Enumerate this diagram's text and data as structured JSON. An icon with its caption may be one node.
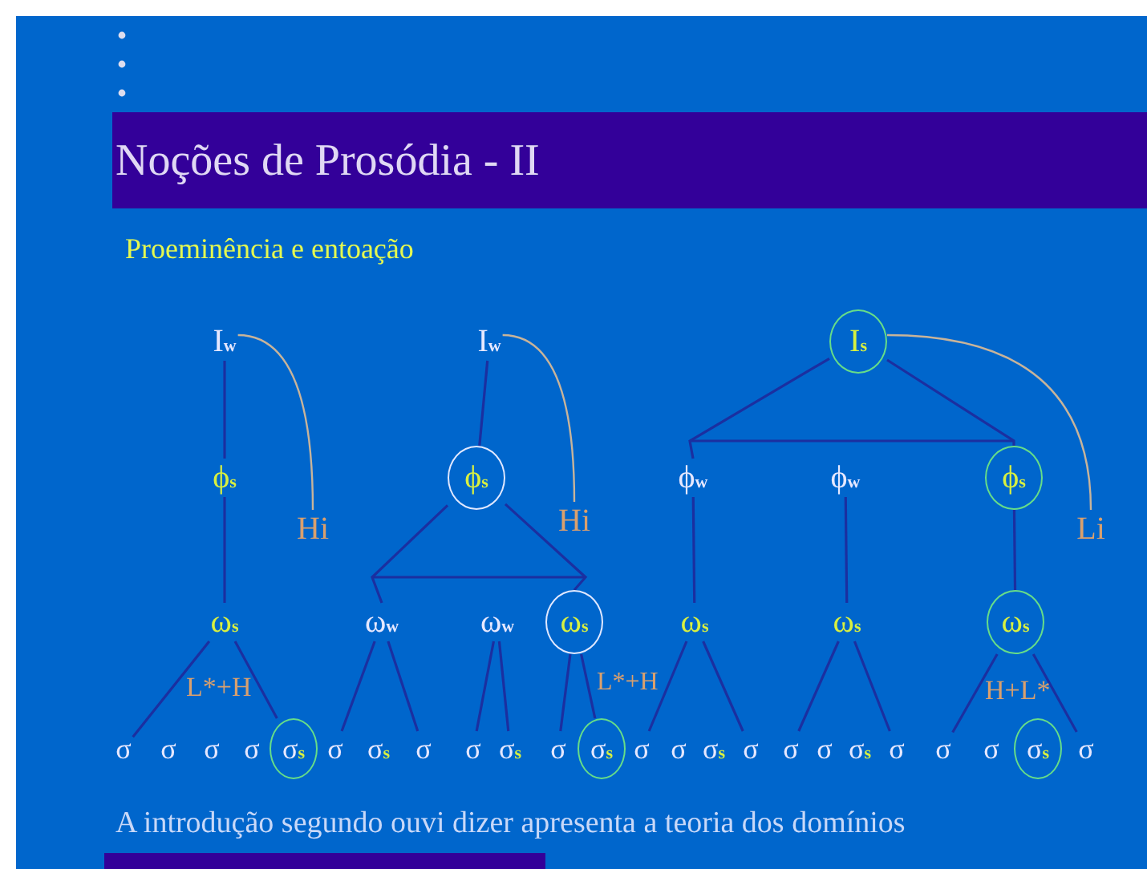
{
  "diagram": {
    "title": "Noções de Prosódia - II",
    "nodes": [
      {
        "text": [
          "I$_{w}$"
        ]
      },
      {
        "text": [
          "I$_{w}$"
        ]
      },
      {
        "text": [
          "I$_{s}$"
        ]
      },
      {
        "text": [
          "ϕ$_{s}$"
        ]
      },
      {
        "text": [
          "ϕ$_{s}$"
        ]
      },
      {
        "text": [
          "ϕ$_{w}$"
        ]
      },
      {
        "text": [
          "ϕ$_{w}$"
        ]
      },
      {
        "text": [
          "ϕ$_{s}$"
        ]
      },
      {
        "text": [
          "Hi"
        ]
      },
      {
        "text": [
          "Hi"
        ]
      },
      {
        "text": [
          "Li"
        ]
      },
      {
        "text": [
          "ω$_{s}$"
        ]
      },
      {
        "text": [
          "ω$_{w}$"
        ]
      },
      {
        "text": [
          "ω$_{w}$"
        ]
      },
      {
        "text": [
          "ω$_{s}$"
        ]
      },
      {
        "text": [
          "ω$_{s}$"
        ]
      },
      {
        "text": [
          "ω$_{s}$"
        ]
      },
      {
        "text": [
          "ω$_{s}$"
        ]
      },
      {
        "text": [
          "σ"
        ]
      },
      {
        "text": [
          "σ"
        ]
      },
      {
        "text": [
          "σ"
        ]
      },
      {
        "text": [
          "σ"
        ]
      },
      {
        "text": [
          "σ$_{s}$"
        ]
      },
      {
        "text": [
          "σ"
        ]
      },
      {
        "text": [
          "σ$_{s}$"
        ]
      },
      {
        "text": [
          "σ"
        ]
      },
      {
        "text": [
          "σ"
        ]
      },
      {
        "text": [
          "σ$_{s}$"
        ]
      },
      {
        "text": [
          "σ"
        ]
      },
      {
        "text": [
          "σ$_{s}$"
        ]
      },
      {
        "text": [
          "σ"
        ]
      },
      {
        "text": [
          "σ"
        ]
      },
      {
        "text": [
          "σ$_{s}$"
        ]
      },
      {
        "text": [
          "σ"
        ]
      },
      {
        "text": [
          "σ"
        ]
      },
      {
        "text": [
          "σ"
        ]
      },
      {
        "text": [
          "σ$_{s}$"
        ]
      },
      {
        "text": [
          "σ"
        ]
      },
      {
        "text": [
          "σ"
        ]
      },
      {
        "text": [
          "σ"
        ]
      },
      {
        "text": [
          "σ$_{s}$"
        ]
      },
      {
        "text": [
          "σ"
        ]
      }
    ],
    "edges": [
      {
        "from": 0,
        "to": 3,
        "arrow": "none"
      },
      {
        "from": 3,
        "to": 11,
        "arrow": "none"
      },
      {
        "from": 11,
        "to": 18,
        "arrow": "none"
      },
      {
        "from": 11,
        "to": 22,
        "arrow": "none"
      },
      {
        "from": 0,
        "to": 8,
        "arrow": "none",
        "color": "#c8b49a"
      },
      {
        "from": 1,
        "to": 4,
        "arrow": "none"
      },
      {
        "from": 4,
        "to": 12,
        "arrow": "none"
      },
      {
        "from": 4,
        "to": 14,
        "arrow": "none"
      },
      {
        "from": 12,
        "to": 23,
        "arrow": "none"
      },
      {
        "from": 12,
        "to": 25,
        "arrow": "none"
      },
      {
        "from": 13,
        "to": 26,
        "arrow": "none"
      },
      {
        "from": 13,
        "to": 27,
        "arrow": "none"
      },
      {
        "from": 14,
        "to": 28,
        "arrow": "none"
      },
      {
        "from": 14,
        "to": 29,
        "arrow": "none"
      },
      {
        "from": 1,
        "to": 9,
        "arrow": "none",
        "color": "#c8b49a"
      },
      {
        "from": 2,
        "to": 5,
        "arrow": "none"
      },
      {
        "from": 2,
        "to": 7,
        "arrow": "none"
      },
      {
        "from": 2,
        "to": 10,
        "arrow": "none",
        "color": "#c8b49a"
      },
      {
        "from": 5,
        "to": 15,
        "arrow": "none"
      },
      {
        "from": 6,
        "to": 16,
        "arrow": "none"
      },
      {
        "from": 7,
        "to": 17,
        "arrow": "none"
      },
      {
        "from": 15,
        "to": 30,
        "arrow": "none"
      },
      {
        "from": 15,
        "to": 33,
        "arrow": "none"
      },
      {
        "from": 16,
        "to": 34,
        "arrow": "none"
      },
      {
        "from": 16,
        "to": 37,
        "arrow": "none"
      },
      {
        "from": 17,
        "to": 38,
        "arrow": "none"
      },
      {
        "from": 17,
        "to": 41,
        "arrow": "none"
      }
    ],
    "labels": [
      "Proeminência e entoação",
      "L*+H",
      "L*+H",
      "H+L*",
      "A introdução segundo ouvi dizer apresenta a teoria dos domínios"
    ]
  }
}
